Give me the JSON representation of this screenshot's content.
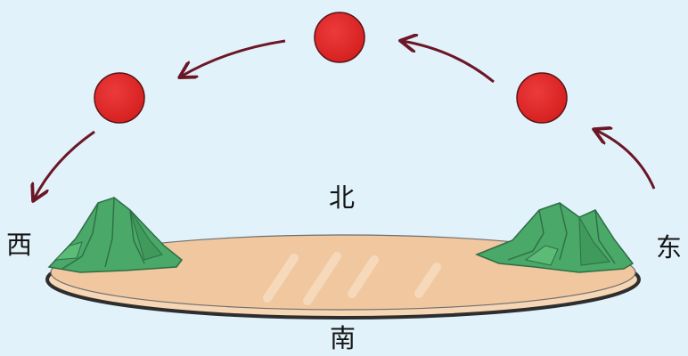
{
  "directions": {
    "west": "西",
    "east": "东",
    "north": "北",
    "south": "南"
  },
  "sun": {
    "color": "#e32b2b",
    "outline": "#5a1414",
    "positions_count": 3
  },
  "arrow_color": "#6b1726",
  "ground": {
    "fill": "#f0c79f",
    "outline": "#3d3d3d"
  },
  "mountain_color": "#4aa868",
  "background": "#e2f2fb"
}
